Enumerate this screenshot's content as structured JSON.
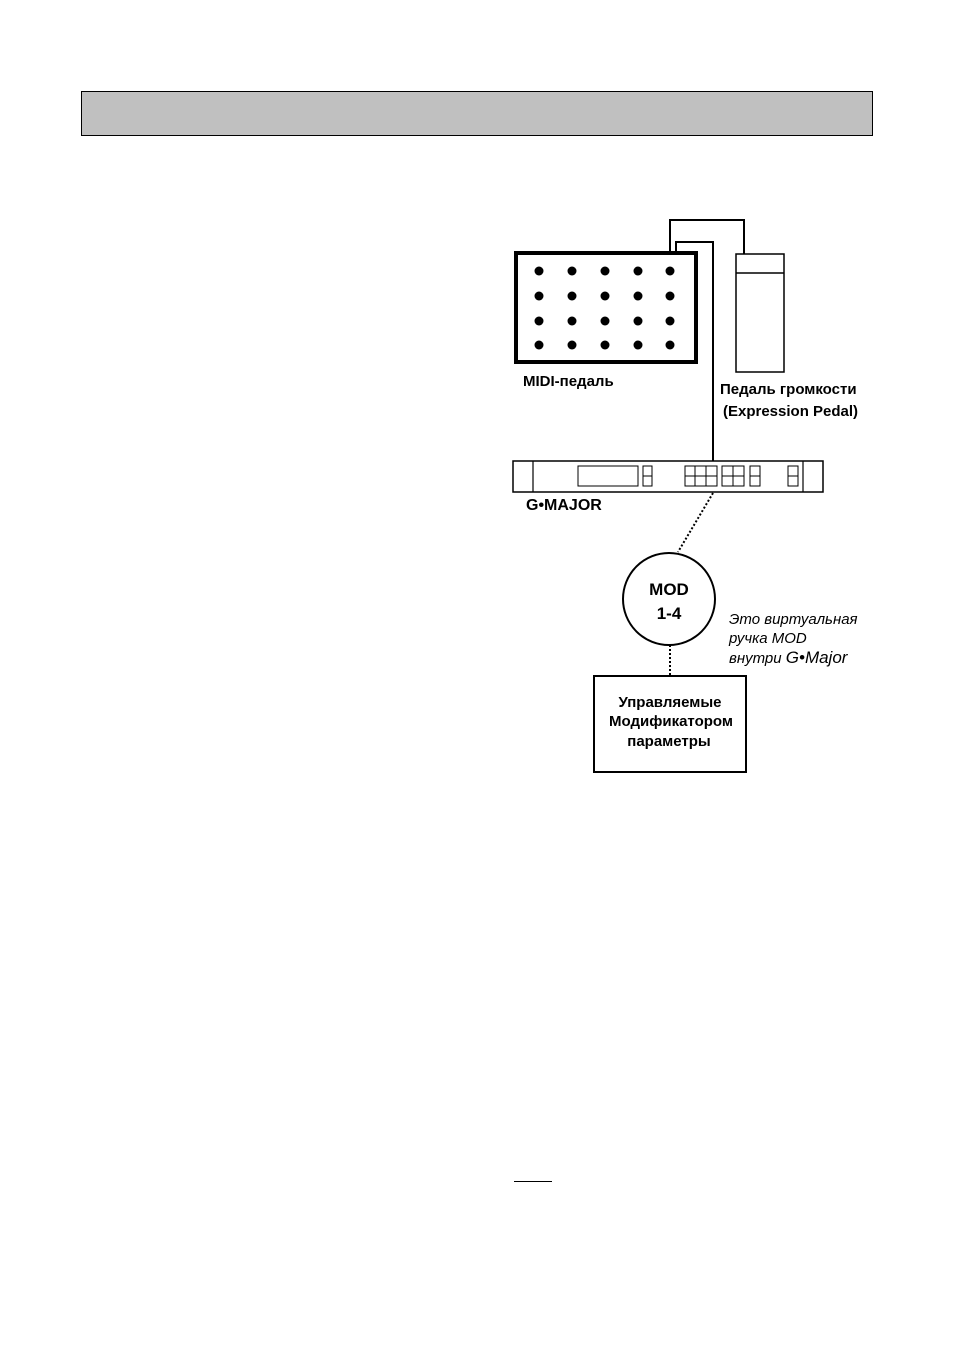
{
  "diagram": {
    "midi_pedal_label": "MIDI-педаль",
    "expression_pedal_label_line1": "Педаль громкости",
    "expression_pedal_label_line2": "(Expression Pedal)",
    "device_label": "G•MAJOR",
    "mod_knob_line1": "MOD",
    "mod_knob_line2": "1-4",
    "virtual_note_line1": "Это виртуальная",
    "virtual_note_line2": "ручка MOD",
    "virtual_note_line3_prefix": "внутри ",
    "virtual_note_line3_brand": "G•Major",
    "params_box_line1": "Управляемые",
    "params_box_line2": "Модификатором",
    "params_box_line3": "параметры"
  }
}
